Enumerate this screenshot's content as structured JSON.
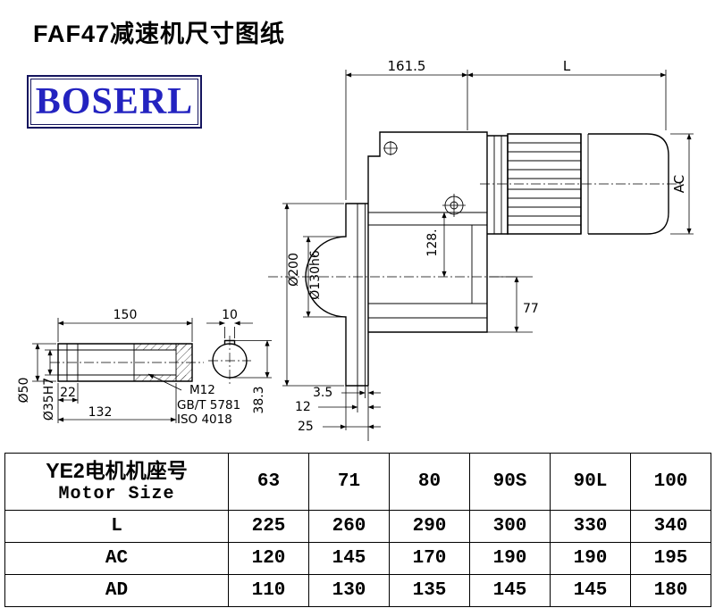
{
  "page": {
    "title": "FAF47减速机尺寸图纸",
    "logo_text": "BOSERL"
  },
  "drawing": {
    "dims": {
      "top_width": "161.5",
      "motor_length": "L",
      "motor_height": "AC",
      "flange_od": "Ø200",
      "spigot_od": "Ø130h6",
      "center_to_top": "128.",
      "center_to_bottom": "77",
      "shaft_length": "150",
      "keyway_width": "10",
      "shaft_od": "Ø50",
      "bore_dia": "Ø35H7",
      "dim_22": "22",
      "dim_132": "132",
      "thread": "M12",
      "std_gb": "GB/T 5781",
      "std_iso": "ISO 4018",
      "flange_dim_35": "3.5",
      "flange_dim_12": "12",
      "flange_dim_25": "25",
      "keyway_depth": "38.3"
    }
  },
  "table": {
    "header": {
      "line1": "YE2电机机座号",
      "line2": "Motor Size"
    },
    "columns": [
      "63",
      "71",
      "80",
      "90S",
      "90L",
      "100"
    ],
    "rows": [
      {
        "label": "L",
        "values": [
          "225",
          "260",
          "290",
          "300",
          "330",
          "340"
        ]
      },
      {
        "label": "AC",
        "values": [
          "120",
          "145",
          "170",
          "190",
          "190",
          "195"
        ]
      },
      {
        "label": "AD",
        "values": [
          "110",
          "130",
          "135",
          "145",
          "145",
          "180"
        ]
      }
    ]
  }
}
